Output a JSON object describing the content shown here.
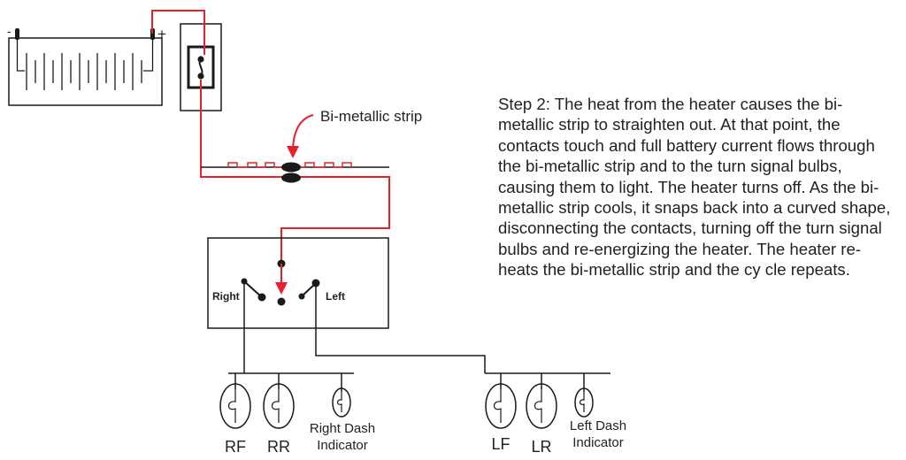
{
  "battery": {
    "neg_label": "-",
    "pos_label": "+"
  },
  "strip": {
    "label": "Bi-metallic strip"
  },
  "switch": {
    "right_label": "Right",
    "left_label": "Left"
  },
  "bulbs": {
    "rf": "RF",
    "rr": "RR",
    "right_dash": [
      "Right Dash",
      "Indicator"
    ],
    "lf": "LF",
    "lr": "LR",
    "left_dash": [
      "Left Dash",
      "Indicator"
    ]
  },
  "description": "Step 2: The heat from the heater causes the bi-metallic strip to straighten out. At that point, the contacts touch and full battery current flows through the bi-metallic strip and to the turn signal bulbs, causing them to light. The heater turns off. As the bi-metallic strip cools, it snaps back into a curved shape, disconnecting the contacts, turning off the turn signal bulbs and re-energizing the heater. The heater re-heats the bi-metallic strip and the cy cle repeats.",
  "colors": {
    "current": "#e8202a",
    "wire": "#1a1a1a"
  }
}
